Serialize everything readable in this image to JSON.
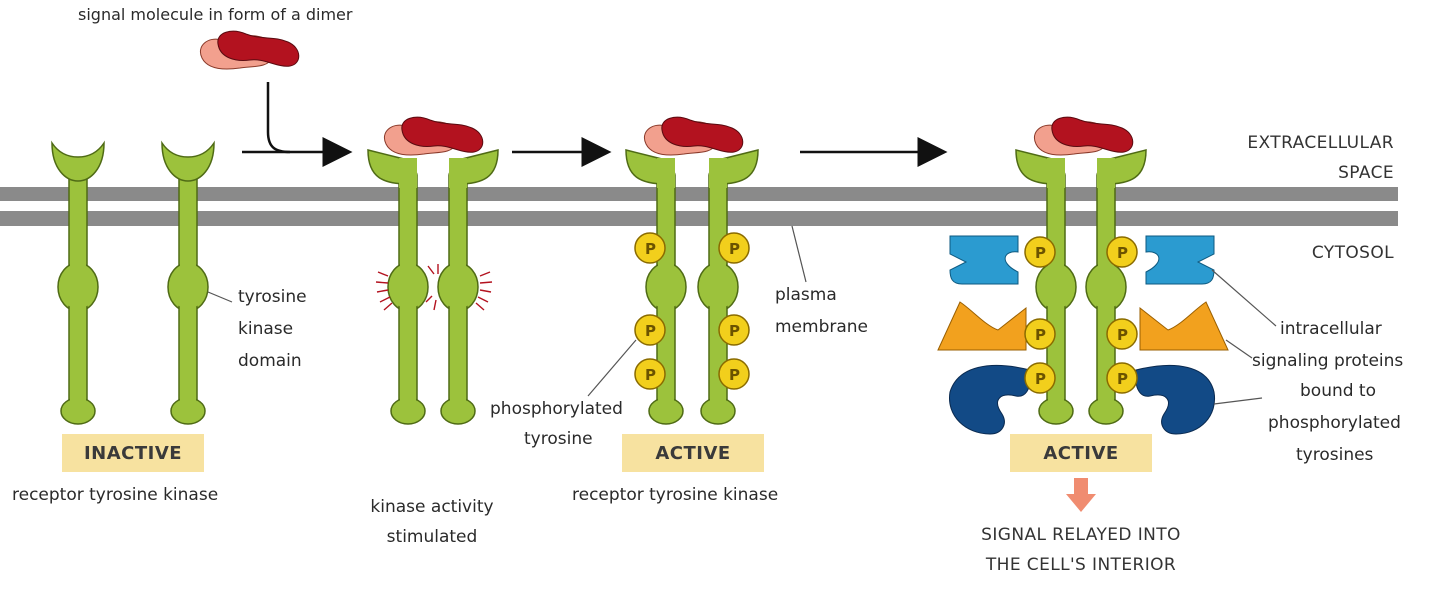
{
  "labels": {
    "signal_molecule": "signal molecule in form of a dimer",
    "extracellular_1": "EXTRACELLULAR",
    "extracellular_2": "SPACE",
    "cytosol": "CYTOSOL",
    "tk_domain_1": "tyrosine",
    "tk_domain_2": "kinase",
    "tk_domain_3": "domain",
    "plasma_1": "plasma",
    "plasma_2": "membrane",
    "phospho_1": "phosphorylated",
    "phospho_2": "tyrosine",
    "intracellular_1": "intracellular",
    "intracellular_2": "signaling proteins",
    "intracellular_3": "bound to",
    "intracellular_4": "phosphorylated",
    "intracellular_5": "tyrosines",
    "state_inactive": "INACTIVE",
    "state_active_1": "ACTIVE",
    "state_active_2": "ACTIVE",
    "caption_inactive": "receptor tyrosine kinase",
    "caption_stim_1": "kinase activity",
    "caption_stim_2": "stimulated",
    "caption_active": "receptor tyrosine kinase",
    "relay_1": "SIGNAL RELAYED INTO",
    "relay_2": "THE CELL'S INTERIOR",
    "phosphate": "P"
  },
  "colors": {
    "receptor": "#9cc23c",
    "receptor_outline": "#4f6b15",
    "membrane": "#8a8a8a",
    "signal_dark": "#b3121f",
    "signal_light": "#f2a08e",
    "phosphate": "#f2cf1c",
    "label_box": "#f7e2a0",
    "relay_arrow": "#f08c70",
    "protein_cyan": "#2b9bd0",
    "protein_orange": "#f2a11e",
    "protein_navy": "#124a86"
  }
}
